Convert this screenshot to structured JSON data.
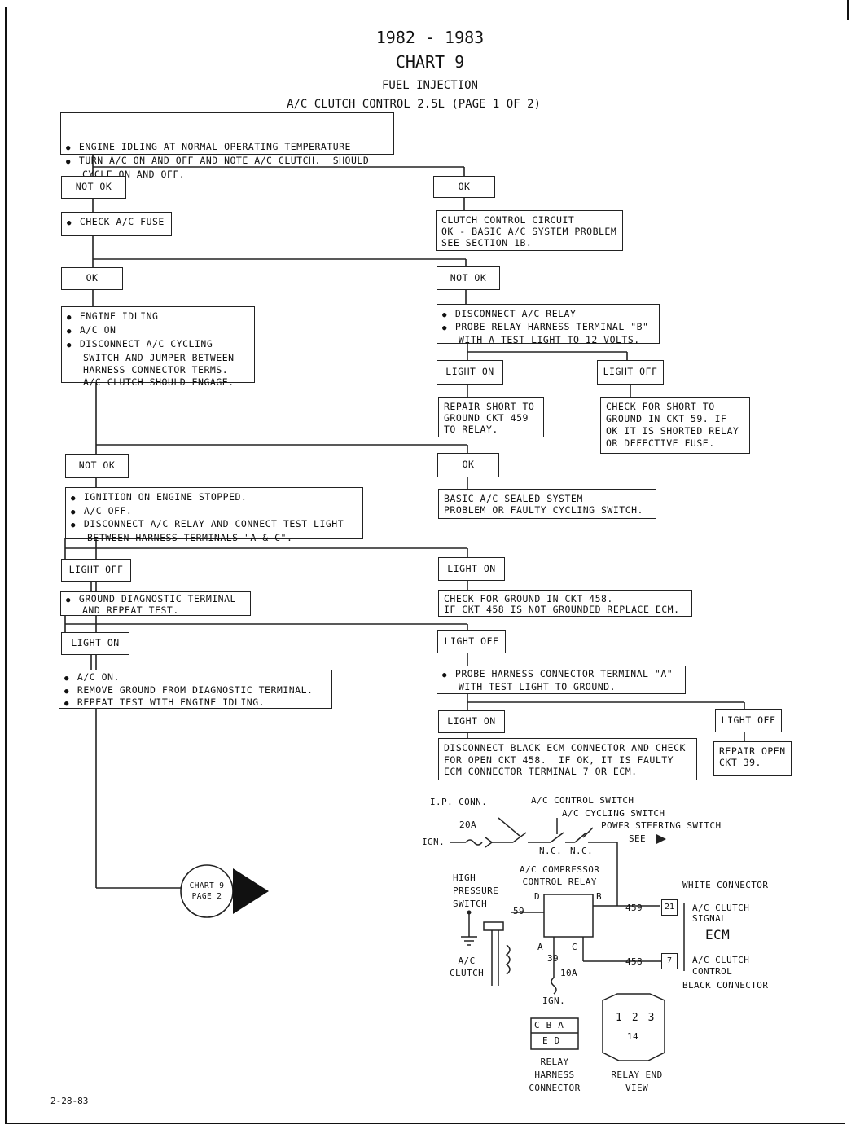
{
  "header": {
    "years": "1982 - 1983",
    "chart": "CHART 9",
    "subtitle": "FUEL INJECTION",
    "caption": "A/C CLUTCH CONTROL 2.5L (PAGE 1 OF 2)"
  },
  "steps": {
    "start": [
      "ENGINE IDLING AT NORMAL OPERATING TEMPERATURE",
      "TURN A/C ON AND OFF AND NOTE A/C CLUTCH.  SHOULD",
      "CYCLE ON AND OFF."
    ],
    "not_ok_1": "NOT OK",
    "ok_1": "OK",
    "check_fuse": "CHECK A/C FUSE",
    "clutch_ok": [
      "CLUTCH CONTROL CIRCUIT",
      "OK - BASIC A/C SYSTEM PROBLEM",
      "SEE SECTION 1B."
    ],
    "ok_2": "OK",
    "not_ok_2": "NOT OK",
    "engine_idling": [
      "ENGINE IDLING",
      "A/C ON",
      "DISCONNECT A/C CYCLING",
      "SWITCH AND JUMPER BETWEEN",
      "HARNESS CONNECTOR TERMS.",
      "A/C CLUTCH SHOULD ENGAGE."
    ],
    "disconnect_relay": [
      "DISCONNECT A/C RELAY",
      "PROBE RELAY HARNESS TERMINAL \"B\"",
      "WITH A TEST LIGHT TO 12 VOLTS."
    ],
    "light_on_1": "LIGHT ON",
    "light_off_1": "LIGHT OFF",
    "repair_short": [
      "REPAIR SHORT TO",
      "GROUND CKT 459",
      "TO RELAY."
    ],
    "check_short": [
      "CHECK FOR SHORT TO",
      "GROUND IN CKT 59. IF",
      "OK IT IS SHORTED RELAY",
      "OR DEFECTIVE FUSE."
    ],
    "not_ok_3": "NOT OK",
    "ok_3": "OK",
    "ignition_on": [
      "IGNITION ON ENGINE STOPPED.",
      "A/C OFF.",
      "DISCONNECT A/C RELAY AND CONNECT TEST LIGHT",
      "BETWEEN HARNESS TERMINALS \"A & C\"."
    ],
    "basic_sealed": [
      "BASIC A/C SEALED SYSTEM",
      "PROBLEM OR FAULTY CYCLING SWITCH."
    ],
    "light_off_2": "LIGHT OFF",
    "light_on_2": "LIGHT ON",
    "ground_diag": [
      "GROUND DIAGNOSTIC TERMINAL",
      "AND REPEAT TEST."
    ],
    "check_ground": [
      "CHECK FOR GROUND IN CKT 458.",
      "IF CKT 458 IS NOT GROUNDED REPLACE ECM."
    ],
    "light_on_3": "LIGHT ON",
    "light_off_3": "LIGHT OFF",
    "ac_on": [
      "A/C ON.",
      "REMOVE GROUND FROM DIAGNOSTIC TERMINAL.",
      "REPEAT TEST WITH ENGINE IDLING."
    ],
    "probe_harness": [
      "PROBE HARNESS CONNECTOR TERMINAL \"A\"",
      "WITH TEST LIGHT TO GROUND."
    ],
    "light_on_4": "LIGHT ON",
    "light_off_4": "LIGHT OFF",
    "disconnect_black": [
      "DISCONNECT BLACK ECM CONNECTOR AND CHECK",
      "FOR OPEN CKT 458.  IF OK, IT IS FAULTY",
      "ECM CONNECTOR TERMINAL 7 OR ECM."
    ],
    "repair_open": [
      "REPAIR OPEN",
      "CKT 39."
    ],
    "page_ref": [
      "CHART 9",
      "PAGE 2"
    ]
  },
  "wiring": {
    "ip_conn": "I.P. CONN.",
    "ac_control_switch": "A/C CONTROL SWITCH",
    "ac_cycling_switch": "A/C CYCLING SWITCH",
    "power_steering_switch": "POWER STEERING SWITCH",
    "see": "SEE",
    "fuse_20a": "20A",
    "ign": "IGN.",
    "nc1": "N.C.",
    "nc2": "N.C.",
    "relay_title": [
      "A/C COMPRESSOR",
      "CONTROL RELAY"
    ],
    "high_pressure": [
      "HIGH",
      "PRESSURE",
      "SWITCH"
    ],
    "ckt_59": "59",
    "term_d": "D",
    "term_b": "B",
    "term_a": "A",
    "term_c": "C",
    "ckt_459": "459",
    "ckt_458": "458",
    "ckt_39": "39",
    "fuse_10a": "10A",
    "ign2": "IGN.",
    "white_connector": "WHITE CONNECTOR",
    "black_connector": "BLACK CONNECTOR",
    "pin_21": "21",
    "pin_7": "7",
    "ac_clutch_signal": [
      "A/C CLUTCH",
      "SIGNAL"
    ],
    "ecm": "ECM",
    "ac_clutch_control": [
      "A/C CLUTCH",
      "CONTROL"
    ],
    "ac_clutch": [
      "A/C",
      "CLUTCH"
    ],
    "harness_pins_top": [
      "C",
      "B",
      "A"
    ],
    "harness_pins_bottom": [
      "E",
      "D"
    ],
    "relay_harness_label": [
      "RELAY",
      "HARNESS",
      "CONNECTOR"
    ],
    "relay_end_pins": [
      "1",
      "2",
      "3"
    ],
    "relay_end_pin_14": "14",
    "relay_end_label": [
      "RELAY END",
      "VIEW"
    ]
  },
  "footer": {
    "date": "2-28-83"
  }
}
